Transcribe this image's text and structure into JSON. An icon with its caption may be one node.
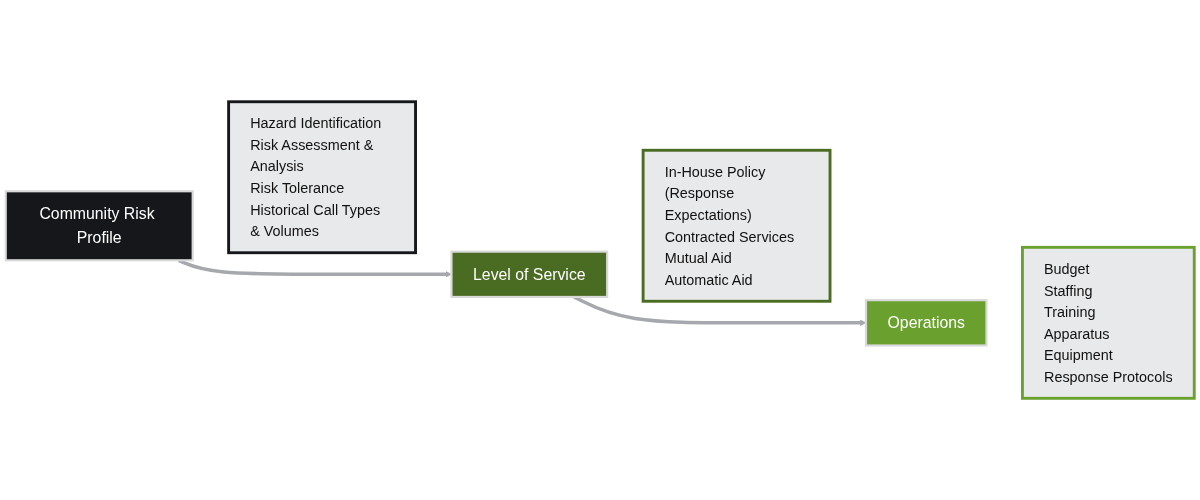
{
  "diagram": {
    "nodes": [
      {
        "text": [
          "Community Risk Profile"
        ]
      },
      {
        "text": [
          "Hazard Identification",
          "Risk Assessment & Analysis",
          "Risk Tolerance",
          "Historical Call Types & Volumes"
        ]
      },
      {
        "text": [
          "Level of Service"
        ]
      },
      {
        "text": [
          "In-House Policy (Response Expectations)",
          "Contracted Services",
          "Mutual Aid",
          "Automatic Aid"
        ]
      },
      {
        "text": [
          "Operations"
        ]
      },
      {
        "text": [
          "Budget",
          "Staffing",
          "Training",
          "Apparatus",
          "Equipment",
          "Response Protocols"
        ]
      }
    ],
    "edges": [
      {
        "from": 0,
        "to": 2,
        "arrow": "to"
      },
      {
        "from": 2,
        "to": 4,
        "arrow": "to"
      }
    ]
  }
}
